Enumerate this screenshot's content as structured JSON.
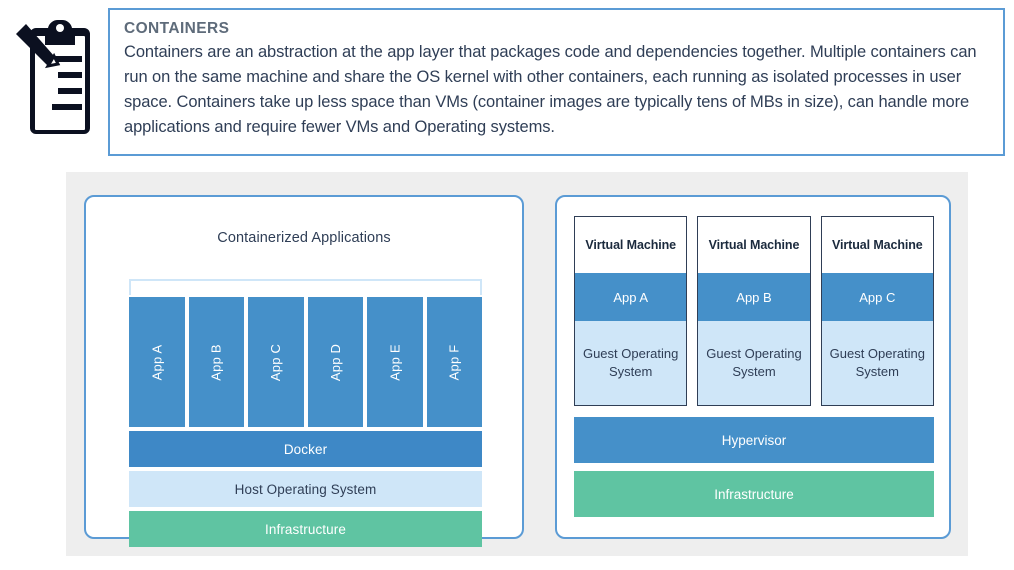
{
  "header_note": {
    "title": "CONTAINERS",
    "body": "Containers are an abstraction at the app layer that packages code and dependencies together. Multiple containers can run on the same machine and share the OS kernel with other containers, each running as isolated processes in user space. Containers take up less space than VMs (container images are typically tens of MBs in size), can handle more applications and require fewer VMs and Operating systems.",
    "border_color": "#5b9bd5",
    "title_color": "#5e6b7a",
    "body_color": "#2f3e56"
  },
  "icon": {
    "name": "clipboard-pencil-icon"
  },
  "diagram": {
    "background_color": "#eeeeee",
    "containers_panel": {
      "title": "Containerized Applications",
      "apps": [
        {
          "label": "App A"
        },
        {
          "label": "App B"
        },
        {
          "label": "App C"
        },
        {
          "label": "App D"
        },
        {
          "label": "App E"
        },
        {
          "label": "App F"
        }
      ],
      "layers": [
        {
          "label": "Docker",
          "color": "#3e88c6"
        },
        {
          "label": "Host Operating System",
          "color": "#cfe6f8"
        },
        {
          "label": "Infrastructure",
          "color": "#5fc4a2"
        }
      ]
    },
    "vm_panel": {
      "machines": [
        {
          "title": "Virtual Machine",
          "app": "App A",
          "guest_os": "Guest Operating System"
        },
        {
          "title": "Virtual Machine",
          "app": "App B",
          "guest_os": "Guest Operating System"
        },
        {
          "title": "Virtual Machine",
          "app": "App C",
          "guest_os": "Guest Operating System"
        }
      ],
      "layers": [
        {
          "label": "Hypervisor",
          "color": "#4590c9"
        },
        {
          "label": "Infrastructure",
          "color": "#5fc4a2"
        }
      ]
    }
  }
}
